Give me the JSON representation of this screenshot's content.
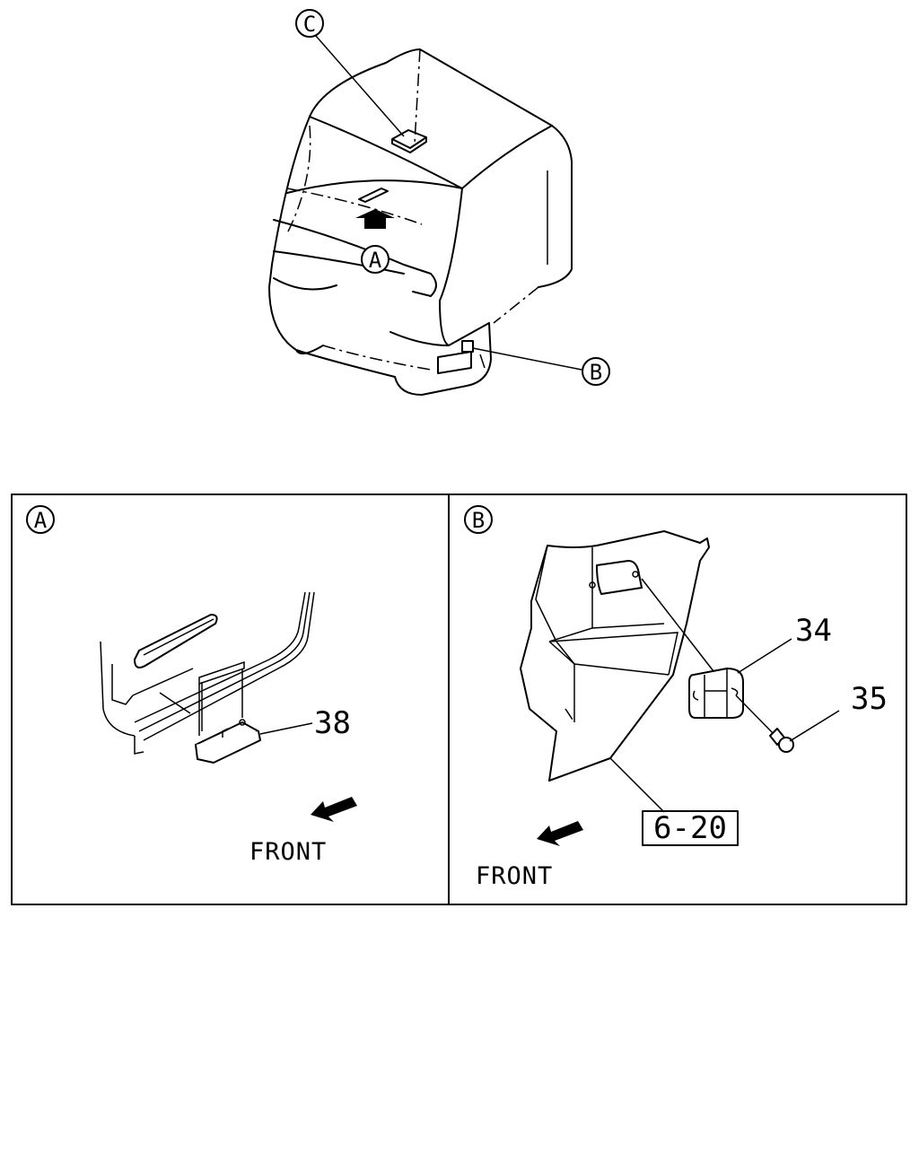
{
  "callouts": {
    "a": "A",
    "b": "B",
    "c": "C"
  },
  "panel_a": {
    "badge": "A",
    "part_38": "38",
    "front_label": "FRONT"
  },
  "panel_b": {
    "badge": "B",
    "part_34": "34",
    "part_35": "35",
    "ref_box": "6-20",
    "front_label": "FRONT"
  }
}
